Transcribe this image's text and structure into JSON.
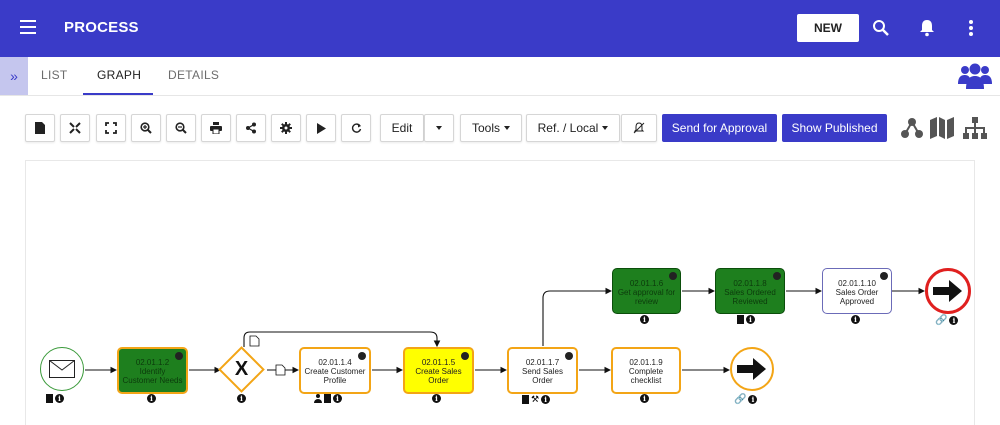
{
  "app": {
    "title": "PROCESS",
    "new_label": "NEW"
  },
  "tabs": [
    {
      "label": "LIST"
    },
    {
      "label": "GRAPH"
    },
    {
      "label": "DETAILS"
    }
  ],
  "toolbar": {
    "edit_label": "Edit",
    "tools_label": "Tools",
    "ref_label": "Ref. / Local",
    "send_approval_label": "Send for Approval",
    "show_published_label": "Show Published"
  },
  "graph": {
    "nodes": [
      {
        "id": "02.01.1.2",
        "name": "Identify Customer Needs"
      },
      {
        "id": "02.01.1.4",
        "name": "Create Customer Profile"
      },
      {
        "id": "02.01.1.5",
        "name": "Create Sales Order"
      },
      {
        "id": "02.01.1.7",
        "name": "Send Sales Order"
      },
      {
        "id": "02.01.1.9",
        "name": "Complete checklist"
      },
      {
        "id": "02.01.1.6",
        "name": "Get approval for review"
      },
      {
        "id": "02.01.1.8",
        "name": "Sales Ordered Reviewed"
      },
      {
        "id": "02.01.1.10",
        "name": "Sales Order Approved"
      }
    ],
    "gateway_label": "X"
  },
  "colors": {
    "brand": "#3a3bc8",
    "task_green": "#1e7f1e",
    "task_yellow": "#ffff00",
    "task_border": "#f3a516",
    "end_red": "#e0201f"
  }
}
